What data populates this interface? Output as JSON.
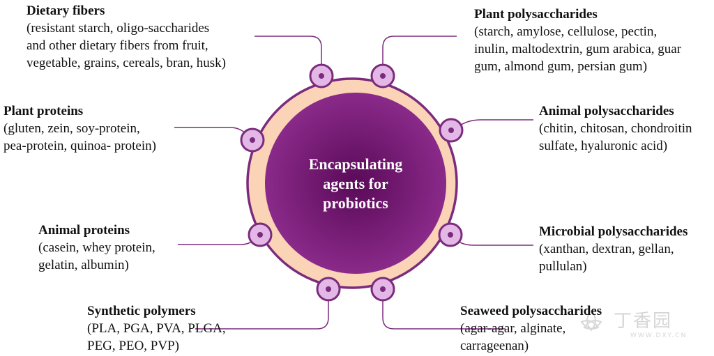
{
  "center": {
    "label": "Encapsulating\nagents for\nprobiotics"
  },
  "colors": {
    "core": "#7a1a7a",
    "core_dark": "#5a0a58",
    "ring": "#fbd3b6",
    "border": "#7b2b7d",
    "node_fill": "#e3b8e6",
    "node_dot": "#7b2b7d",
    "connector": "#7b2b7d"
  },
  "categories": [
    {
      "id": "dietary-fibers",
      "title": "Dietary fibers",
      "detail": "(resistant starch, oligo-saccharides\nand other dietary fibers from fruit,\nvegetable, grains, cereals, bran, husk)"
    },
    {
      "id": "plant-polysaccharides",
      "title": "Plant polysaccharides",
      "detail": "(starch, amylose, cellulose, pectin,\ninulin, maltodextrin, gum arabica, guar\ngum, almond gum, persian gum)"
    },
    {
      "id": "plant-proteins",
      "title": "Plant proteins",
      "detail": "(gluten, zein, soy-protein,\npea-protein, quinoa- protein)"
    },
    {
      "id": "animal-polysaccharides",
      "title": "Animal polysaccharides",
      "detail": "(chitin, chitosan, chondroitin\nsulfate, hyaluronic acid)"
    },
    {
      "id": "animal-proteins",
      "title": "Animal proteins",
      "detail": "(casein, whey protein,\ngelatin, albumin)"
    },
    {
      "id": "microbial-polysaccharides",
      "title": "Microbial polysaccharides",
      "detail": "(xanthan, dextran, gellan,\npullulan)"
    },
    {
      "id": "synthetic-polymers",
      "title": "Synthetic polymers",
      "detail": "(PLA, PGA, PVA, PLGA,\nPEG, PEO, PVP)"
    },
    {
      "id": "seaweed-polysaccharides",
      "title": "Seaweed polysaccharides",
      "detail": "(agar-agar, alginate,\ncarrageenan)"
    }
  ],
  "watermark": {
    "main": "丁香园",
    "sub": "WWW.DXY.CN"
  }
}
